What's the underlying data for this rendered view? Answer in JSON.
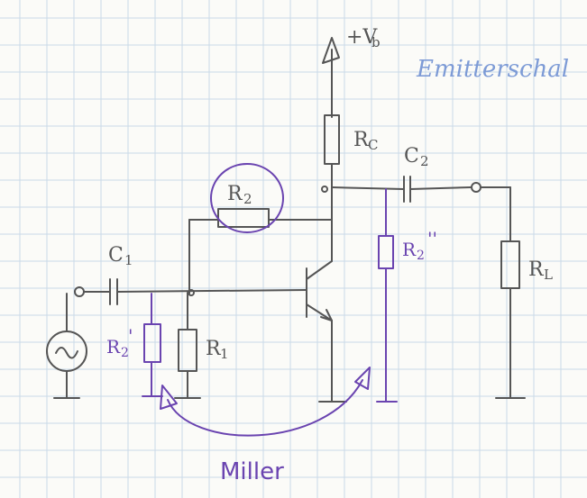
{
  "page": {
    "heading": "Emitterschal",
    "colors": {
      "paper": "#fbfbf8",
      "grid": "#c9d9e8",
      "pencil": "#555555",
      "violet": "#6a44b0",
      "heading_blue": "#7d9bd6"
    }
  },
  "labels": {
    "supply": "+V",
    "supply_sub": "b",
    "rc": "R",
    "rc_sub": "C",
    "r2": "R",
    "r2_sub": "2",
    "c1": "C",
    "c1_sub": "1",
    "c2": "C",
    "c2_sub": "2",
    "r1": "R",
    "r1_sub": "1",
    "rl": "R",
    "rl_sub": "L",
    "r2p": "R",
    "r2p_sub": "2",
    "r2p_mark": "'",
    "r2pp": "R",
    "r2pp_sub": "2",
    "r2pp_mark": "''",
    "miller": "Miller"
  },
  "icons": [
    "ac-source-icon",
    "npn-transistor-icon",
    "ground-icon",
    "arrow-icon"
  ]
}
